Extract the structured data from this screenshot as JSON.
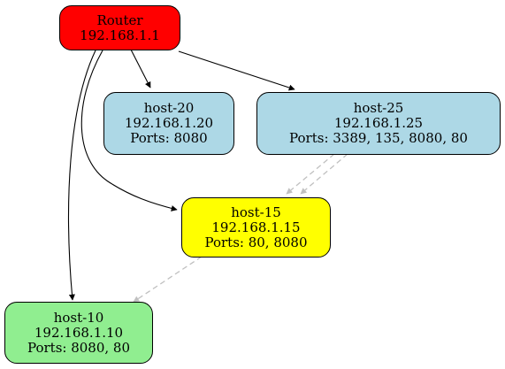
{
  "nodes": {
    "router": {
      "name": "Router",
      "ip": "192.168.1.1",
      "fill": "#ff0000"
    },
    "host20": {
      "name": "host-20",
      "ip": "192.168.1.20",
      "ports": "Ports: 8080",
      "fill": "#add8e6"
    },
    "host25": {
      "name": "host-25",
      "ip": "192.168.1.25",
      "ports": "Ports: 3389, 135, 8080, 80",
      "fill": "#add8e6"
    },
    "host15": {
      "name": "host-15",
      "ip": "192.168.1.15",
      "ports": "Ports: 80, 8080",
      "fill": "#ffff00"
    },
    "host10": {
      "name": "host-10",
      "ip": "192.168.1.10",
      "ports": "Ports: 8080, 80",
      "fill": "#90ee90"
    }
  },
  "edges": [
    {
      "from": "router",
      "to": "host20",
      "style": "solid",
      "color": "#000000"
    },
    {
      "from": "router",
      "to": "host25",
      "style": "solid",
      "color": "#000000"
    },
    {
      "from": "router",
      "to": "host15",
      "style": "solid",
      "color": "#000000"
    },
    {
      "from": "router",
      "to": "host10",
      "style": "solid",
      "color": "#000000"
    },
    {
      "from": "host25",
      "to": "host15",
      "style": "dashed",
      "color": "#c0c0c0"
    },
    {
      "from": "host25",
      "to": "host15",
      "style": "dashed",
      "color": "#c0c0c0"
    },
    {
      "from": "host15",
      "to": "host10",
      "style": "dashed",
      "color": "#c0c0c0"
    }
  ]
}
